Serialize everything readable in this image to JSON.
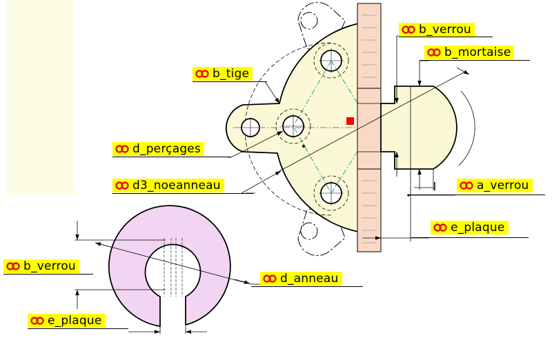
{
  "colors": {
    "tag_bg": "#ffff00",
    "link_icon": "#e01010",
    "plate_fill": "#f9d9c6",
    "body_fill": "#fbf8d6",
    "ring_fill": "#f2d5f2",
    "marker": "#ff0000",
    "axis_line": "#d04ad0",
    "center_line": "#19a3a3"
  },
  "icons": {
    "parameter": "link-chain-icon"
  },
  "labels": {
    "b_verrou_top": "b_verrou",
    "b_mortaise": "b_mortaise",
    "b_tige": "b_tige",
    "d_percages": "d_perçages",
    "d3_noeanneau": "d3_noeanneau",
    "a_verrou": "a_verrou",
    "e_plaque_right": "e_plaque",
    "b_verrou_left": "b_verrou",
    "d_anneau": "d_anneau",
    "e_plaque_bottom": "e_plaque"
  }
}
